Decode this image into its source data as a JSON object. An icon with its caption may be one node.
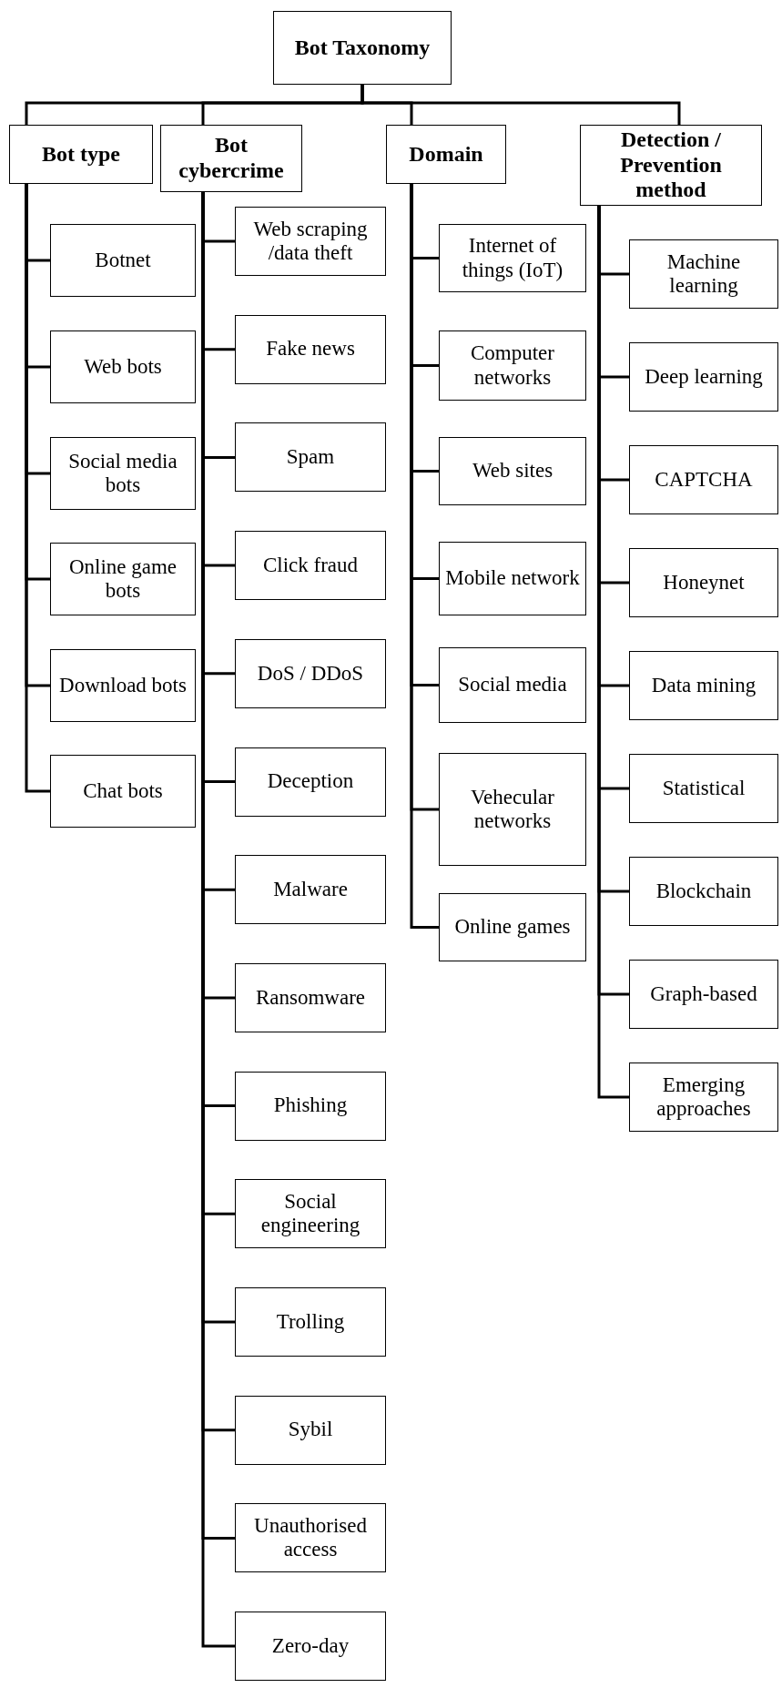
{
  "diagram": {
    "nodes": [
      {
        "text": [
          "Bot Taxonomy"
        ]
      },
      {
        "text": [
          "Bot type"
        ]
      },
      {
        "text": [
          "Bot cybercrime"
        ]
      },
      {
        "text": [
          "Domain"
        ]
      },
      {
        "text": [
          "Detection / Prevention method"
        ]
      },
      {
        "text": [
          "Botnet"
        ]
      },
      {
        "text": [
          "Web bots"
        ]
      },
      {
        "text": [
          "Social media bots"
        ]
      },
      {
        "text": [
          "Online game bots"
        ]
      },
      {
        "text": [
          "Download bots"
        ]
      },
      {
        "text": [
          "Chat bots"
        ]
      },
      {
        "text": [
          "Web scraping /data theft"
        ]
      },
      {
        "text": [
          "Fake news"
        ]
      },
      {
        "text": [
          "Spam"
        ]
      },
      {
        "text": [
          "Click fraud"
        ]
      },
      {
        "text": [
          "DoS / DDoS"
        ]
      },
      {
        "text": [
          "Deception"
        ]
      },
      {
        "text": [
          "Malware"
        ]
      },
      {
        "text": [
          "Ransomware"
        ]
      },
      {
        "text": [
          "Phishing"
        ]
      },
      {
        "text": [
          "Social engineering"
        ]
      },
      {
        "text": [
          "Trolling"
        ]
      },
      {
        "text": [
          "Sybil"
        ]
      },
      {
        "text": [
          "Unauthorised access"
        ]
      },
      {
        "text": [
          "Zero-day"
        ]
      },
      {
        "text": [
          "Internet of things (IoT)"
        ]
      },
      {
        "text": [
          "Computer networks"
        ]
      },
      {
        "text": [
          "Web sites"
        ]
      },
      {
        "text": [
          "Mobile network"
        ]
      },
      {
        "text": [
          "Social media"
        ]
      },
      {
        "text": [
          "Vehecular networks"
        ]
      },
      {
        "text": [
          "Online games"
        ]
      },
      {
        "text": [
          "Machine learning"
        ]
      },
      {
        "text": [
          "Deep learning"
        ]
      },
      {
        "text": [
          "CAPTCHA"
        ]
      },
      {
        "text": [
          "Honeynet"
        ]
      },
      {
        "text": [
          "Data mining"
        ]
      },
      {
        "text": [
          "Statistical"
        ]
      },
      {
        "text": [
          "Blockchain"
        ]
      },
      {
        "text": [
          "Graph-based"
        ]
      },
      {
        "text": [
          "Emerging approaches"
        ]
      }
    ],
    "edges": [
      {
        "from": 0,
        "to": 1,
        "arrow": "none"
      },
      {
        "from": 0,
        "to": 2,
        "arrow": "none"
      },
      {
        "from": 0,
        "to": 3,
        "arrow": "none"
      },
      {
        "from": 0,
        "to": 4,
        "arrow": "none"
      },
      {
        "from": 1,
        "to": 5,
        "arrow": "none"
      },
      {
        "from": 1,
        "to": 6,
        "arrow": "none"
      },
      {
        "from": 1,
        "to": 7,
        "arrow": "none"
      },
      {
        "from": 1,
        "to": 8,
        "arrow": "none"
      },
      {
        "from": 1,
        "to": 9,
        "arrow": "none"
      },
      {
        "from": 1,
        "to": 10,
        "arrow": "none"
      },
      {
        "from": 2,
        "to": 11,
        "arrow": "none"
      },
      {
        "from": 2,
        "to": 12,
        "arrow": "none"
      },
      {
        "from": 2,
        "to": 13,
        "arrow": "none"
      },
      {
        "from": 2,
        "to": 14,
        "arrow": "none"
      },
      {
        "from": 2,
        "to": 15,
        "arrow": "none"
      },
      {
        "from": 2,
        "to": 16,
        "arrow": "none"
      },
      {
        "from": 2,
        "to": 17,
        "arrow": "none"
      },
      {
        "from": 2,
        "to": 18,
        "arrow": "none"
      },
      {
        "from": 2,
        "to": 19,
        "arrow": "none"
      },
      {
        "from": 2,
        "to": 20,
        "arrow": "none"
      },
      {
        "from": 2,
        "to": 21,
        "arrow": "none"
      },
      {
        "from": 2,
        "to": 22,
        "arrow": "none"
      },
      {
        "from": 2,
        "to": 23,
        "arrow": "none"
      },
      {
        "from": 2,
        "to": 24,
        "arrow": "none"
      },
      {
        "from": 3,
        "to": 25,
        "arrow": "none"
      },
      {
        "from": 3,
        "to": 26,
        "arrow": "none"
      },
      {
        "from": 3,
        "to": 27,
        "arrow": "none"
      },
      {
        "from": 3,
        "to": 28,
        "arrow": "none"
      },
      {
        "from": 3,
        "to": 29,
        "arrow": "none"
      },
      {
        "from": 3,
        "to": 30,
        "arrow": "none"
      },
      {
        "from": 3,
        "to": 31,
        "arrow": "none"
      },
      {
        "from": 4,
        "to": 32,
        "arrow": "none"
      },
      {
        "from": 4,
        "to": 33,
        "arrow": "none"
      },
      {
        "from": 4,
        "to": 34,
        "arrow": "none"
      },
      {
        "from": 4,
        "to": 35,
        "arrow": "none"
      },
      {
        "from": 4,
        "to": 36,
        "arrow": "none"
      },
      {
        "from": 4,
        "to": 37,
        "arrow": "none"
      },
      {
        "from": 4,
        "to": 38,
        "arrow": "none"
      },
      {
        "from": 4,
        "to": 39,
        "arrow": "none"
      },
      {
        "from": 4,
        "to": 40,
        "arrow": "none"
      }
    ]
  }
}
